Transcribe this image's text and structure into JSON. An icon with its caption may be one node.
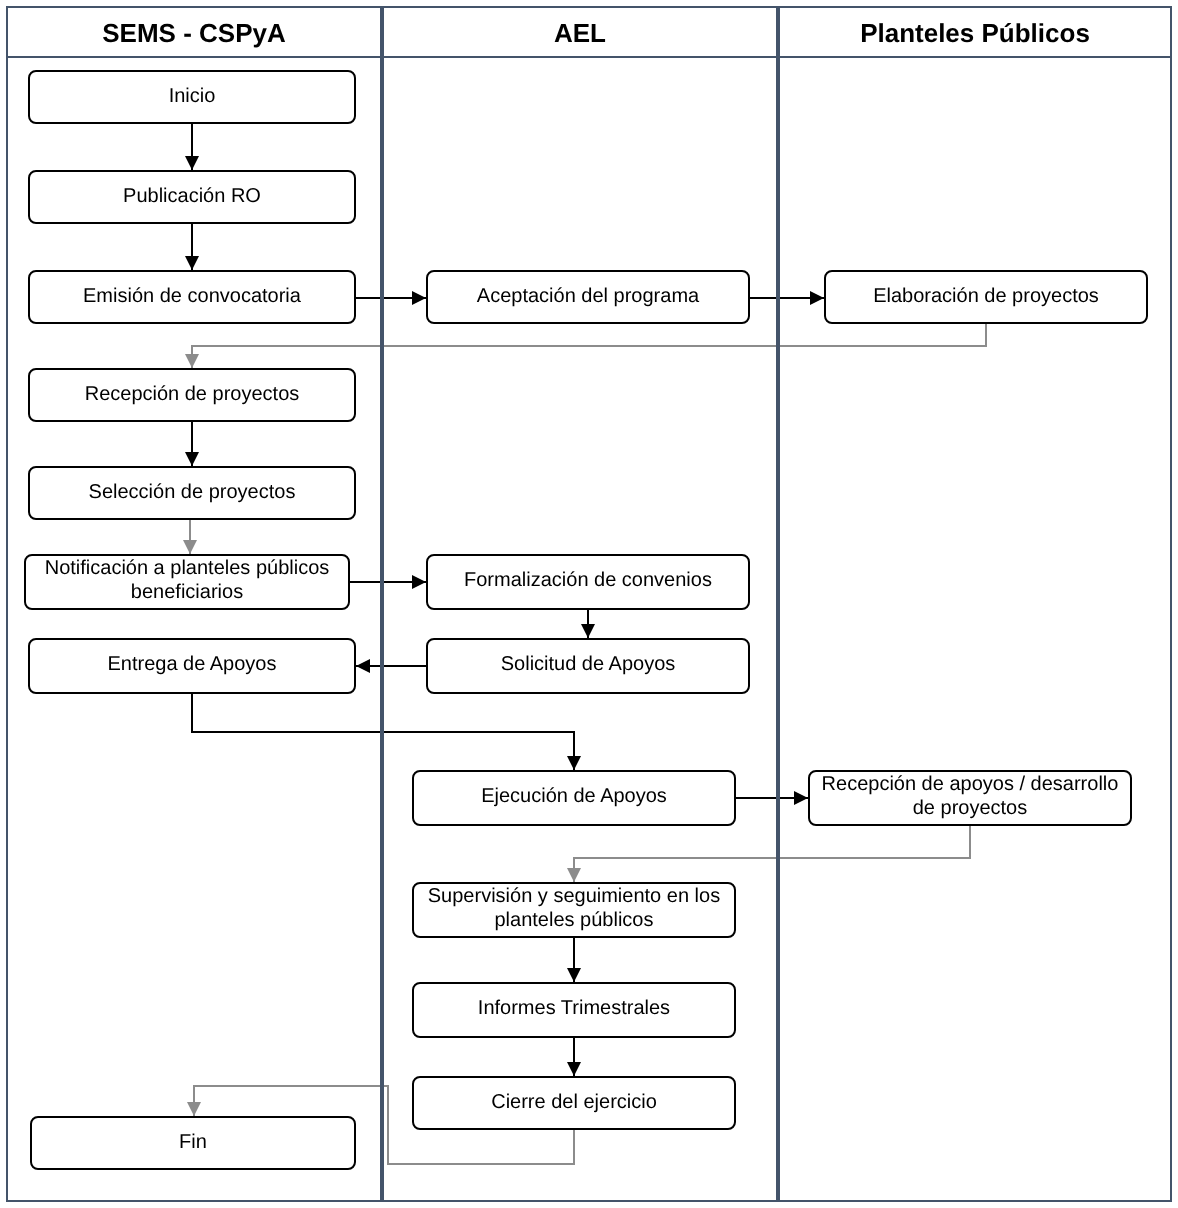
{
  "diagram": {
    "nodes": [
      {
        "text": [
          "SEMS - CSPyA"
        ]
      },
      {
        "text": [
          "AEL"
        ]
      },
      {
        "text": [
          "Planteles Públicos"
        ]
      },
      {
        "text": [
          "Inicio"
        ],
        "in": 0
      },
      {
        "text": [
          "Publicación RO"
        ],
        "in": 0
      },
      {
        "text": [
          "Emisión de convocatoria"
        ],
        "in": 0
      },
      {
        "text": [
          "Aceptación del programa"
        ],
        "in": 1
      },
      {
        "text": [
          "Elaboración de proyectos"
        ],
        "in": 2
      },
      {
        "text": [
          "Recepción de proyectos"
        ],
        "in": 0
      },
      {
        "text": [
          "Selección de proyectos"
        ],
        "in": 0
      },
      {
        "text": [
          "Notificación a planteles públicos beneficiarios"
        ],
        "in": 0
      },
      {
        "text": [
          "Formalización de convenios"
        ],
        "in": 1
      },
      {
        "text": [
          "Entrega de Apoyos"
        ],
        "in": 0
      },
      {
        "text": [
          "Solicitud de Apoyos"
        ],
        "in": 1
      },
      {
        "text": [
          "Ejecución de Apoyos"
        ],
        "in": 1
      },
      {
        "text": [
          "Recepción de apoyos / desarrollo de proyectos"
        ],
        "in": 2
      },
      {
        "text": [
          "Supervisión y seguimiento en los planteles públicos"
        ],
        "in": 1
      },
      {
        "text": [
          "Informes Trimestrales"
        ],
        "in": 1
      },
      {
        "text": [
          "Cierre del ejercicio"
        ],
        "in": 1
      },
      {
        "text": [
          "Fin"
        ],
        "in": 0
      }
    ],
    "edges": [
      {
        "from": 3,
        "to": 4,
        "arrow": "to"
      },
      {
        "from": 4,
        "to": 5,
        "arrow": "to"
      },
      {
        "from": 5,
        "to": 6,
        "arrow": "to"
      },
      {
        "from": 6,
        "to": 7,
        "arrow": "to"
      },
      {
        "from": 7,
        "to": 8,
        "arrow": "to",
        "color": "#8c8c8c"
      },
      {
        "from": 8,
        "to": 9,
        "arrow": "to"
      },
      {
        "from": 9,
        "to": 10,
        "arrow": "to",
        "color": "#8c8c8c"
      },
      {
        "from": 10,
        "to": 11,
        "arrow": "to"
      },
      {
        "from": 11,
        "to": 13,
        "arrow": "to"
      },
      {
        "from": 13,
        "to": 12,
        "arrow": "to"
      },
      {
        "from": 12,
        "to": 14,
        "arrow": "to"
      },
      {
        "from": 14,
        "to": 15,
        "arrow": "to"
      },
      {
        "from": 15,
        "to": 16,
        "arrow": "to",
        "color": "#8c8c8c"
      },
      {
        "from": 16,
        "to": 17,
        "arrow": "to"
      },
      {
        "from": 17,
        "to": 18,
        "arrow": "to"
      },
      {
        "from": 18,
        "to": 19,
        "arrow": "to",
        "color": "#8c8c8c"
      }
    ]
  }
}
